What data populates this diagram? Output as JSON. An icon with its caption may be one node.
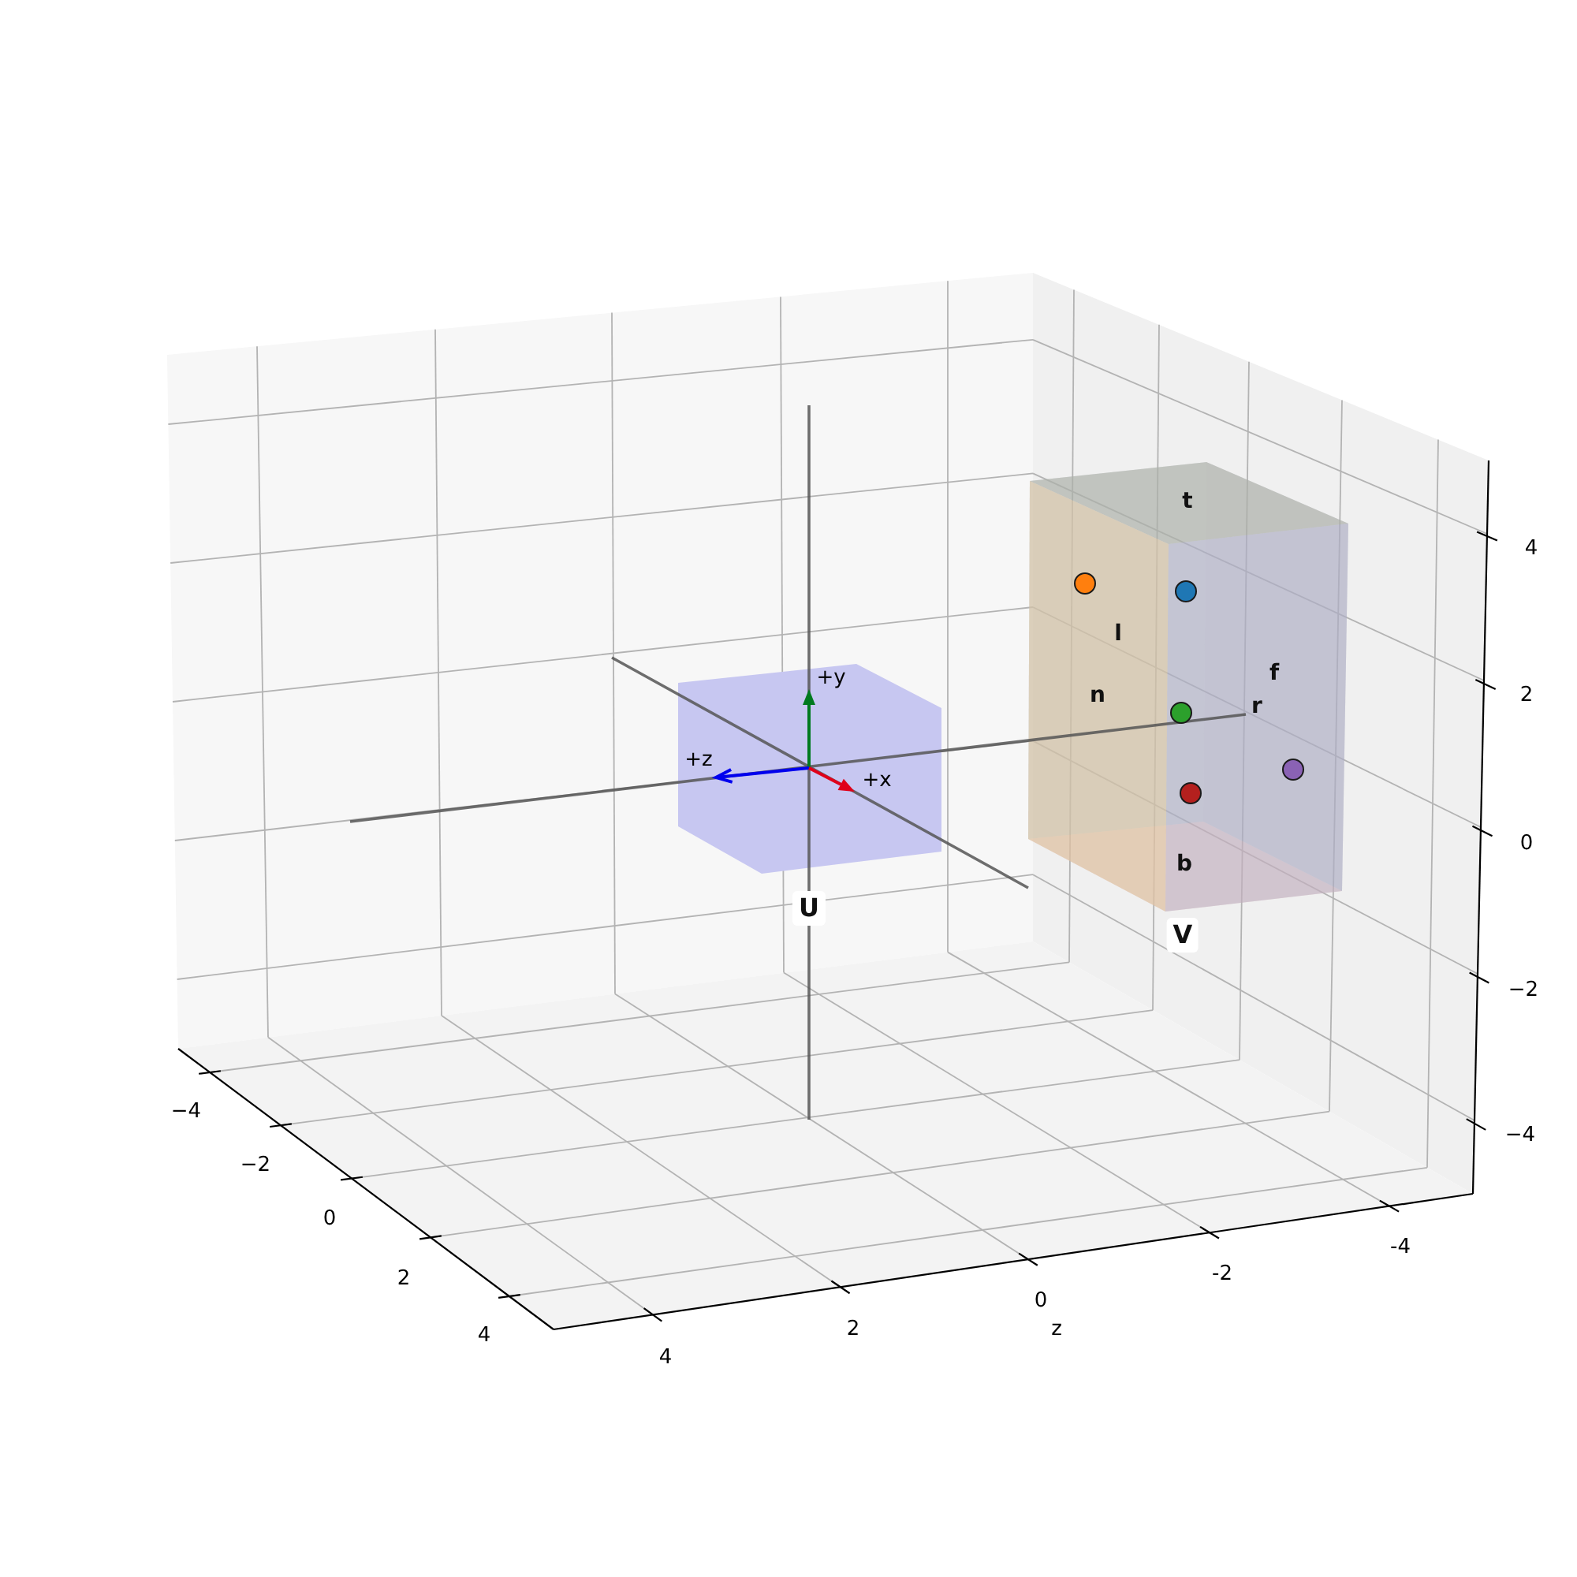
{
  "diagram": {
    "nodes": [
      {
        "text": [
          "U"
        ]
      },
      {
        "text": [
          "t",
          "l",
          "f",
          "n",
          "r",
          "b",
          "V"
        ]
      }
    ],
    "labels": [
      "+y",
      "+z",
      "+x",
      "4",
      "2",
      "0",
      "−2",
      "−4",
      "−4",
      "−2",
      "0",
      "2",
      "4",
      "4",
      "2",
      "0",
      "-2",
      "-4",
      "z"
    ]
  }
}
